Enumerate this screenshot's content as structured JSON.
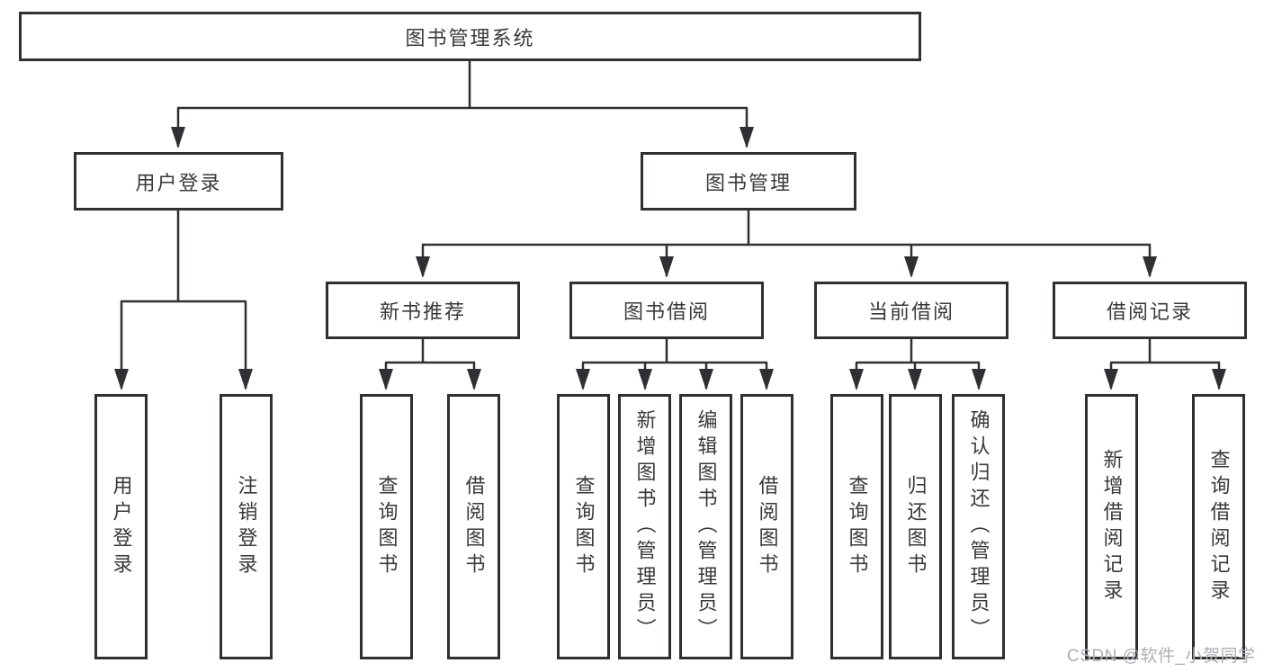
{
  "tree": {
    "root": "图书管理系统",
    "branches": [
      {
        "label": "用户登录",
        "children": [
          "用户登录",
          "注销登录"
        ]
      },
      {
        "label": "图书管理",
        "groups": [
          {
            "label": "新书推荐",
            "children": [
              "查询图书",
              "借阅图书"
            ]
          },
          {
            "label": "图书借阅",
            "children": [
              "查询图书",
              "新增图书（管理员）",
              "编辑图书（管理员）",
              "借阅图书"
            ]
          },
          {
            "label": "当前借阅",
            "children": [
              "查询图书",
              "归还图书",
              "确认归还（管理员）"
            ]
          },
          {
            "label": "借阅记录",
            "children": [
              "新增借阅记录",
              "查询借阅记录"
            ]
          }
        ]
      }
    ]
  },
  "watermark": {
    "text": "CSDN @软件_小贺同学"
  },
  "colors": {
    "line": "#2e3033",
    "node_border": "#2e3033",
    "node_text": "#37393c",
    "watermark_text": "#abaeb4",
    "background": "#ffffff"
  }
}
